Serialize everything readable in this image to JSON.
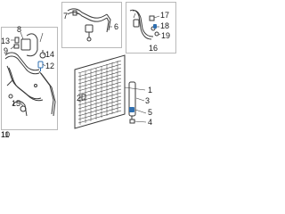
{
  "callouts": {
    "c1": "1",
    "c2": "2",
    "c3": "3",
    "c4": "4",
    "c5": "5",
    "c6": "6",
    "c7": "7",
    "c8": "8",
    "c9": "9",
    "c10": "10",
    "c11": "11",
    "c12": "12",
    "c13": "13",
    "c14": "14",
    "c15": "15",
    "c16": "16",
    "c17": "17",
    "c18": "18",
    "c19": "19"
  },
  "colors": {
    "line": "#3a3a3a",
    "accent": "#2f6fb0",
    "panel_border": "#b9b9b9"
  }
}
